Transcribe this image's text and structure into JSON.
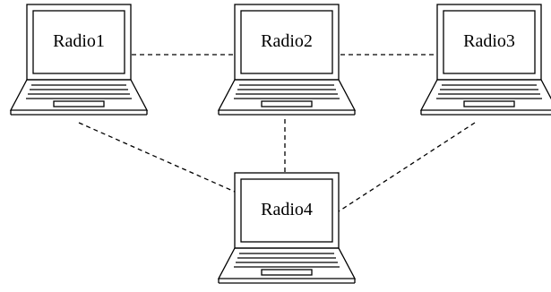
{
  "nodes": [
    {
      "id": "radio1",
      "label": "Radio1"
    },
    {
      "id": "radio2",
      "label": "Radio2"
    },
    {
      "id": "radio3",
      "label": "Radio3"
    },
    {
      "id": "radio4",
      "label": "Radio4"
    }
  ],
  "links": [
    {
      "from": "radio1",
      "to": "radio2"
    },
    {
      "from": "radio2",
      "to": "radio3"
    },
    {
      "from": "radio2",
      "to": "radio4"
    },
    {
      "from": "radio1",
      "to": "radio4"
    },
    {
      "from": "radio3",
      "to": "radio4"
    }
  ],
  "style": {
    "line_color": "#000000",
    "background": "#ffffff"
  }
}
